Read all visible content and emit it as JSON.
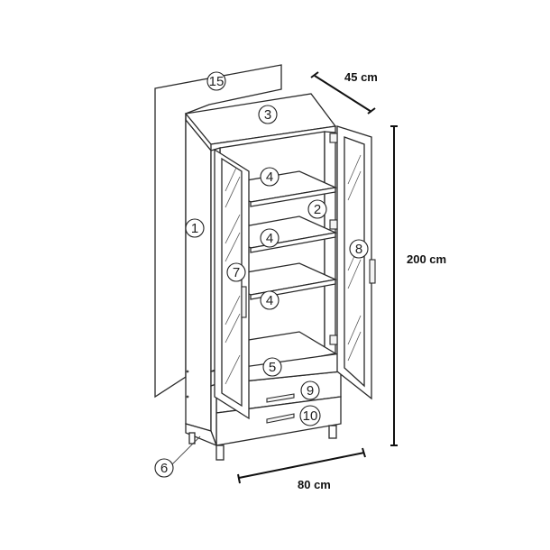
{
  "dimensions": {
    "depth": "45 cm",
    "height": "200 cm",
    "width": "80 cm"
  },
  "callouts": {
    "c1": "1",
    "c2": "2",
    "c3": "3",
    "c4a": "4",
    "c4b": "4",
    "c4c": "4",
    "c5": "5",
    "c6": "6",
    "c7": "7",
    "c8": "8",
    "c9": "9",
    "c10": "10",
    "c15": "15"
  }
}
